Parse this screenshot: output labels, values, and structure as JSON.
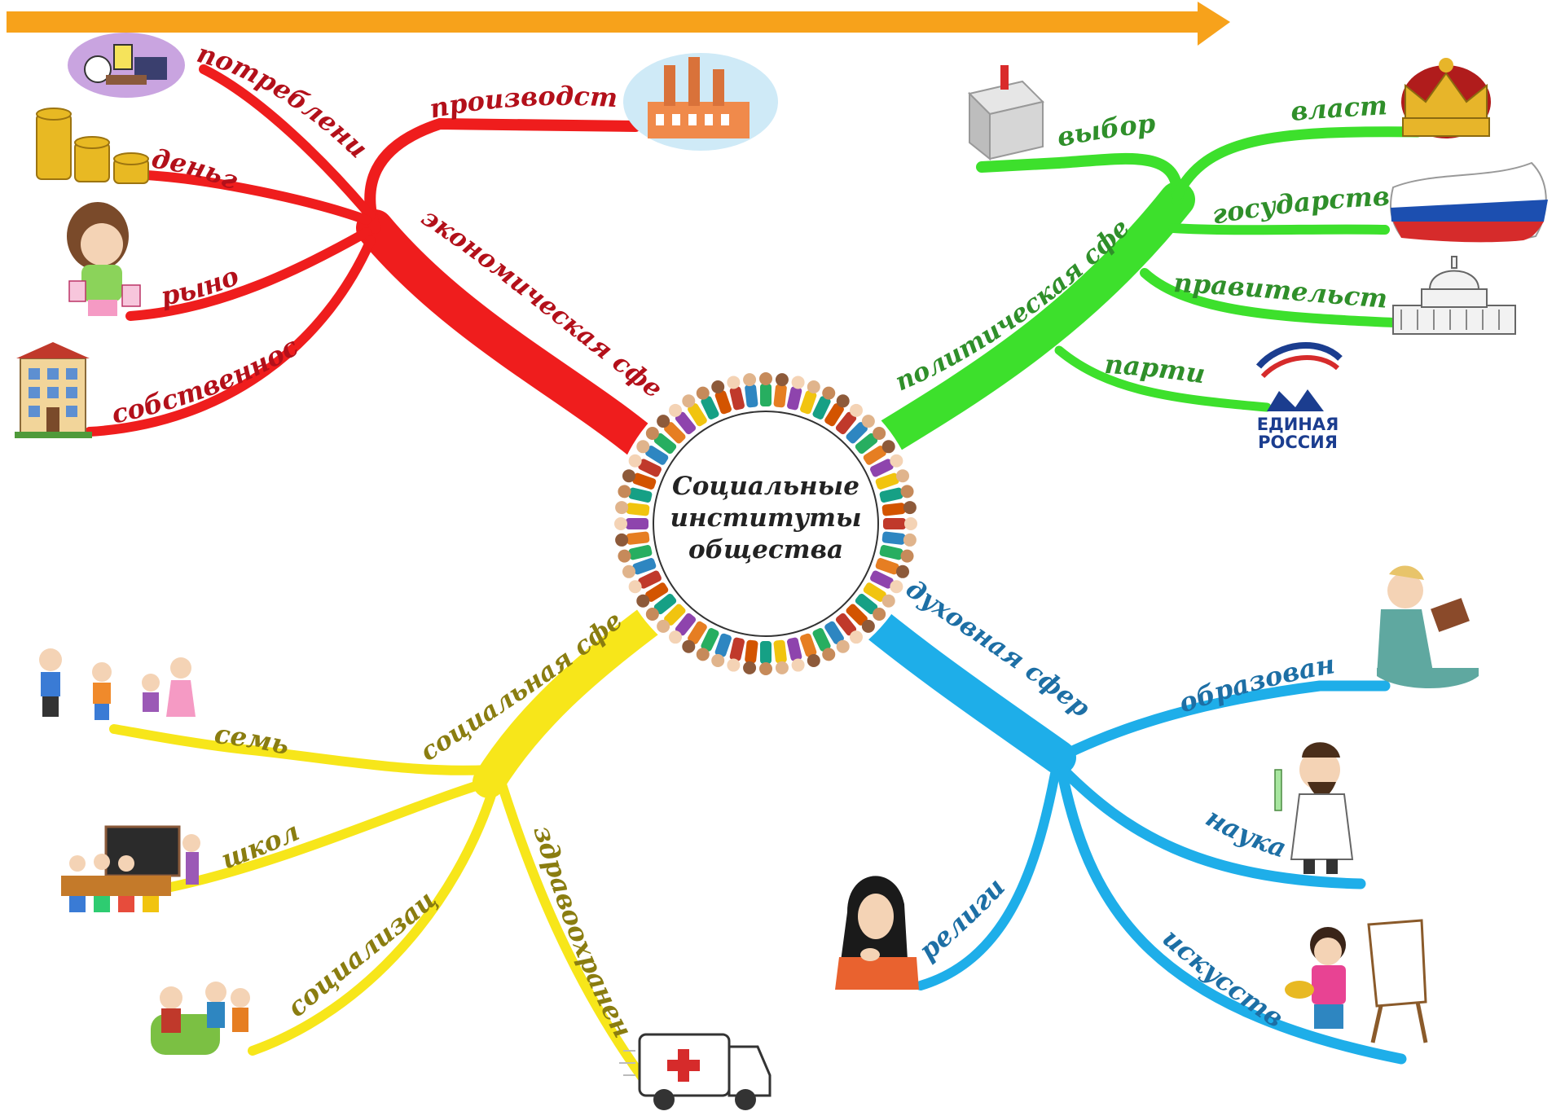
{
  "center": {
    "lines": [
      "Социальные",
      "институты",
      "общества"
    ]
  },
  "colors": {
    "arrow": "#f7a21b",
    "economic": "#ef1d1d",
    "political": "#3de02c",
    "social": "#f7e61a",
    "spiritual": "#1eaee9",
    "economic_text": "#b3101a",
    "political_text": "#2f8f2a",
    "social_text": "#8a7d10",
    "spiritual_text": "#1d6fa5"
  },
  "spheres": {
    "economic": {
      "label": "экономическая сфера",
      "branches": [
        "потребление",
        "деньги",
        "рынок",
        "собственность",
        "производство"
      ]
    },
    "political": {
      "label": "политическая сфера",
      "branches": [
        "выборы",
        "власть",
        "государство",
        "правительство",
        "партия"
      ]
    },
    "social": {
      "label": "социальная сфера",
      "branches": [
        "семья",
        "школа",
        "социализация",
        "здравоохранение"
      ]
    },
    "spiritual": {
      "label": "духовная сфера",
      "branches": [
        "образование",
        "наука",
        "религия",
        "искусство"
      ]
    }
  },
  "logo": {
    "line1": "ЕДИНАЯ",
    "line2": "РОССИЯ"
  },
  "icons": {
    "top": "orange-arrow",
    "consumption": "shopping-goods-icon",
    "money": "coin-stacks-icon",
    "market": "shopping-girl-icon",
    "property": "building-icon",
    "production": "factory-icon",
    "elections": "ballot-box-icon",
    "power": "crown-icon",
    "state": "russia-flag-map-icon",
    "government": "capitol-building-icon",
    "party": "party-logo-icon",
    "family": "family-icon",
    "school": "classroom-icon",
    "socialization": "friends-group-icon",
    "healthcare": "ambulance-icon",
    "education": "reading-person-icon",
    "science": "scientist-icon",
    "religion": "praying-woman-icon",
    "art": "painter-icon"
  }
}
